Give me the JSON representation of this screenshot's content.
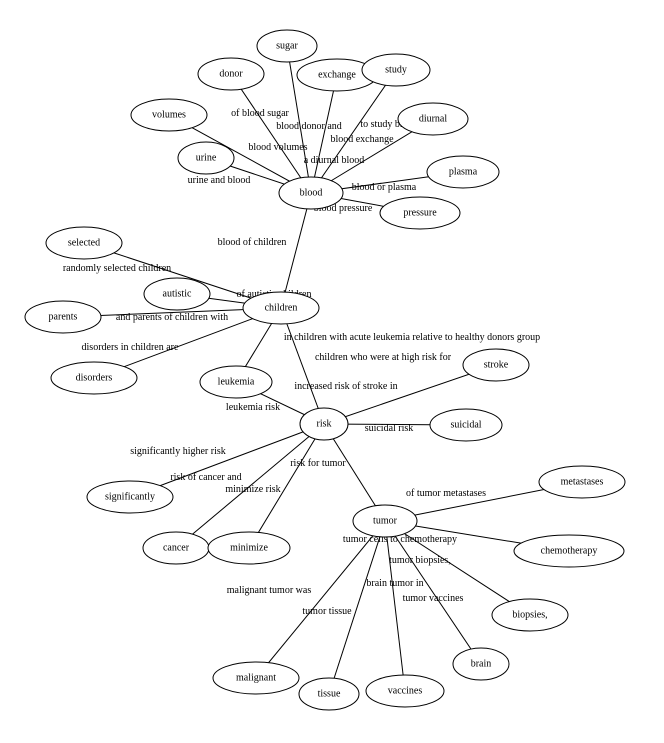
{
  "nodes": [
    {
      "id": "blood",
      "label": "blood"
    },
    {
      "id": "sugar",
      "label": "sugar"
    },
    {
      "id": "donor",
      "label": "donor"
    },
    {
      "id": "exchange",
      "label": "exchange"
    },
    {
      "id": "study",
      "label": "study"
    },
    {
      "id": "volumes",
      "label": "volumes"
    },
    {
      "id": "diurnal",
      "label": "diurnal"
    },
    {
      "id": "urine",
      "label": "urine"
    },
    {
      "id": "plasma",
      "label": "plasma"
    },
    {
      "id": "pressure",
      "label": "pressure"
    },
    {
      "id": "children",
      "label": "children"
    },
    {
      "id": "selected",
      "label": "selected"
    },
    {
      "id": "autistic",
      "label": "autistic"
    },
    {
      "id": "parents",
      "label": "parents"
    },
    {
      "id": "disorders",
      "label": "disorders"
    },
    {
      "id": "leukemia",
      "label": "leukemia"
    },
    {
      "id": "risk",
      "label": "risk"
    },
    {
      "id": "stroke",
      "label": "stroke"
    },
    {
      "id": "suicidal",
      "label": "suicidal"
    },
    {
      "id": "significantly",
      "label": "significantly"
    },
    {
      "id": "cancer",
      "label": "cancer"
    },
    {
      "id": "minimize",
      "label": "minimize"
    },
    {
      "id": "tumor",
      "label": "tumor"
    },
    {
      "id": "metastases",
      "label": "metastases"
    },
    {
      "id": "chemotherapy",
      "label": "chemotherapy"
    },
    {
      "id": "biopsies",
      "label": "biopsies,"
    },
    {
      "id": "brain",
      "label": "brain"
    },
    {
      "id": "vaccines",
      "label": "vaccines"
    },
    {
      "id": "tissue",
      "label": "tissue"
    },
    {
      "id": "malignant",
      "label": "malignant"
    }
  ],
  "edges": [
    {
      "id": "e-sugar",
      "source": "blood",
      "target": "sugar",
      "label": "of blood sugar"
    },
    {
      "id": "e-donor",
      "source": "blood",
      "target": "donor",
      "label": "blood donor and"
    },
    {
      "id": "e-exchange",
      "source": "blood",
      "target": "exchange",
      "label": "blood exchange"
    },
    {
      "id": "e-study",
      "source": "blood",
      "target": "study",
      "label": "to study blood"
    },
    {
      "id": "e-volumes",
      "source": "blood",
      "target": "volumes",
      "label": "blood volumes"
    },
    {
      "id": "e-diurnal",
      "source": "blood",
      "target": "diurnal",
      "label": "a diurnal blood"
    },
    {
      "id": "e-urine",
      "source": "blood",
      "target": "urine",
      "label": "urine and blood"
    },
    {
      "id": "e-plasma",
      "source": "blood",
      "target": "plasma",
      "label": "blood or plasma"
    },
    {
      "id": "e-pressure",
      "source": "blood",
      "target": "pressure",
      "label": "blood pressure"
    },
    {
      "id": "e-children",
      "source": "blood",
      "target": "children",
      "label": "blood of children"
    },
    {
      "id": "e-selected",
      "source": "children",
      "target": "selected",
      "label": "randomly selected children"
    },
    {
      "id": "e-autistic",
      "source": "children",
      "target": "autistic",
      "label": "of autistic children"
    },
    {
      "id": "e-parents",
      "source": "children",
      "target": "parents",
      "label": "and parents of children with"
    },
    {
      "id": "e-disorders",
      "source": "children",
      "target": "disorders",
      "label": "disorders in children are"
    },
    {
      "id": "e-leukemia-c",
      "source": "children",
      "target": "leukemia",
      "label": "in children with acute leukemia relative to healthy donors group"
    },
    {
      "id": "e-risk-c",
      "source": "children",
      "target": "risk",
      "label": "children who were at high risk for"
    },
    {
      "id": "e-leukemia-r",
      "source": "risk",
      "target": "leukemia",
      "label": "leukemia risk"
    },
    {
      "id": "e-stroke",
      "source": "risk",
      "target": "stroke",
      "label": "increased risk of stroke in"
    },
    {
      "id": "e-suicidal",
      "source": "risk",
      "target": "suicidal",
      "label": "suicidal risk"
    },
    {
      "id": "e-significantly",
      "source": "risk",
      "target": "significantly",
      "label": "significantly higher risk"
    },
    {
      "id": "e-cancer",
      "source": "risk",
      "target": "cancer",
      "label": "risk of cancer and"
    },
    {
      "id": "e-minimize",
      "source": "risk",
      "target": "minimize",
      "label": "minimize risk"
    },
    {
      "id": "e-tumor",
      "source": "risk",
      "target": "tumor",
      "label": "risk for tumor"
    },
    {
      "id": "e-metastases",
      "source": "tumor",
      "target": "metastases",
      "label": "of tumor metastases"
    },
    {
      "id": "e-chemotherapy",
      "source": "tumor",
      "target": "chemotherapy",
      "label": "tumor cells to chemotherapy"
    },
    {
      "id": "e-biopsies",
      "source": "tumor",
      "target": "biopsies",
      "label": "tumor biopsies,"
    },
    {
      "id": "e-brain",
      "source": "tumor",
      "target": "brain",
      "label": "brain tumor in"
    },
    {
      "id": "e-vaccines",
      "source": "tumor",
      "target": "vaccines",
      "label": "tumor vaccines"
    },
    {
      "id": "e-tissue",
      "source": "tumor",
      "target": "tissue",
      "label": "tumor tissue"
    },
    {
      "id": "e-malignant",
      "source": "tumor",
      "target": "malignant",
      "label": "malignant tumor was"
    }
  ]
}
